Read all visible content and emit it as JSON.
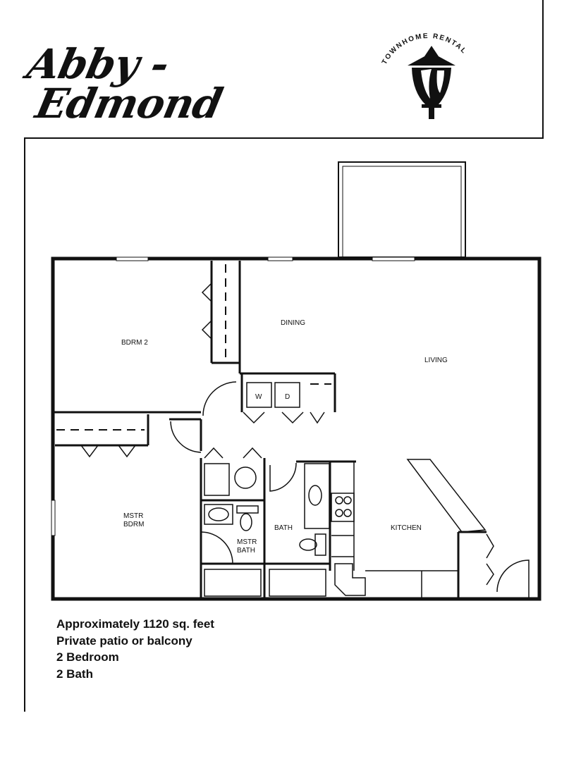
{
  "header": {
    "title_line1": "Abby -",
    "title_line2": "Edmond",
    "logo_text": "TOWNHOME RENTAL"
  },
  "rooms": {
    "bdrm2": "BDRM 2",
    "dining": "DINING",
    "living": "LIVING",
    "washer": "W",
    "dryer": "D",
    "mstr_bdrm_1": "MSTR",
    "mstr_bdrm_2": "BDRM",
    "mstr_bath_1": "MSTR",
    "mstr_bath_2": "BATH",
    "bath": "BATH",
    "kitchen": "KITCHEN"
  },
  "features": [
    "Approximately 1120 sq. feet",
    "Private patio or balcony",
    "2 Bedroom",
    "2 Bath"
  ]
}
